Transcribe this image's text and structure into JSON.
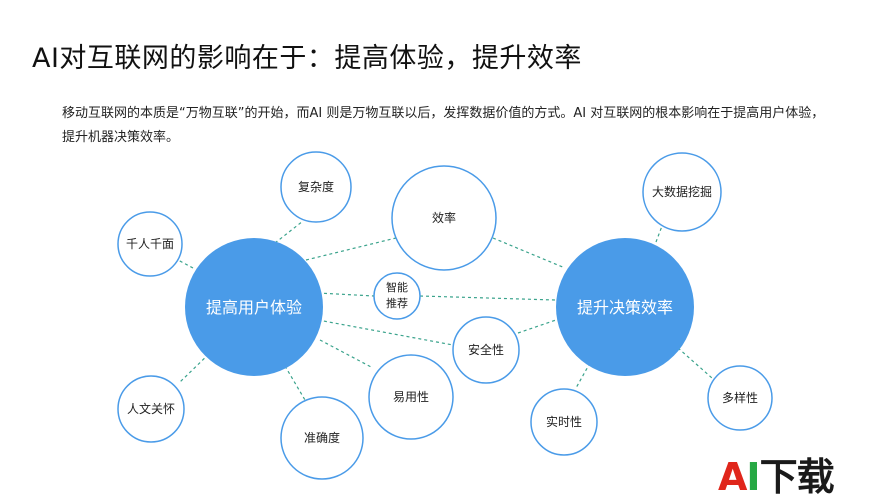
{
  "title": "AI对互联网的影响在于：提高体验，提升效率",
  "subtitle": "移动互联网的本质是“万物互联”的开始，而AI 则是万物互联以后，发挥数据价值的方式。AI 对互联网的根本影响在于提高用户体验，提升机器决策效率。",
  "hubs": {
    "left": "提高用户体验",
    "right": "提升决策效率"
  },
  "nodes": {
    "complexity": "复杂度",
    "personalization": "千人千面",
    "humanistic": "人文关怀",
    "accuracy": "准确度",
    "usability": "易用性",
    "efficiency": "效率",
    "smart_recommend_1": "智能",
    "smart_recommend_2": "推荐",
    "security": "安全性",
    "big_data": "大数据挖掘",
    "real_time": "实时性",
    "diversity": "多样性"
  },
  "colors": {
    "hub_fill": "#4a9be8",
    "node_stroke": "#4a9be8",
    "connector": "#3aa38c"
  },
  "watermark": {
    "a": "A",
    "i": "I",
    "rest": "下载"
  }
}
